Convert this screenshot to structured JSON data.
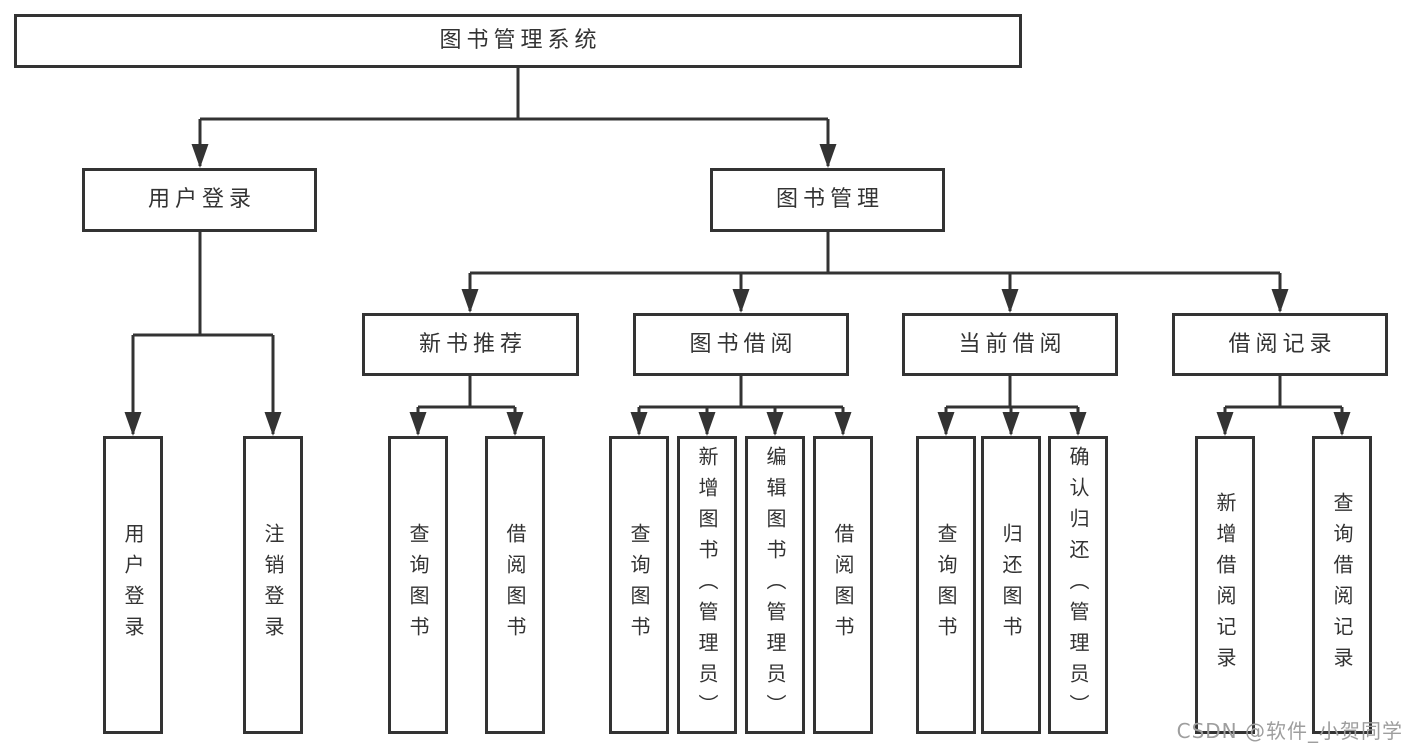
{
  "title": "图书管理系统",
  "watermark": "CSDN @软件_小贺同学",
  "colors": {
    "line": "#333333",
    "box_border": "#333333",
    "text": "#333333",
    "watermark": "#9e9e9e",
    "background": "#ffffff"
  },
  "nodes": {
    "root": "图书管理系统",
    "l2": [
      "用户登录",
      "图书管理"
    ],
    "l3": [
      "新书推荐",
      "图书借阅",
      "当前借阅",
      "借阅记录"
    ],
    "leaves_user_login": [
      "用户登录",
      "注销登录"
    ],
    "leaves_new_book": [
      "查询图书",
      "借阅图书"
    ],
    "leaves_book_borrow": [
      "查询图书",
      "新增图书（管理员）",
      "编辑图书（管理员）",
      "借阅图书"
    ],
    "leaves_current_borrow": [
      "查询图书",
      "归还图书",
      "确认归还（管理员）"
    ],
    "leaves_borrow_records": [
      "新增借阅记录",
      "查询借阅记录"
    ]
  }
}
